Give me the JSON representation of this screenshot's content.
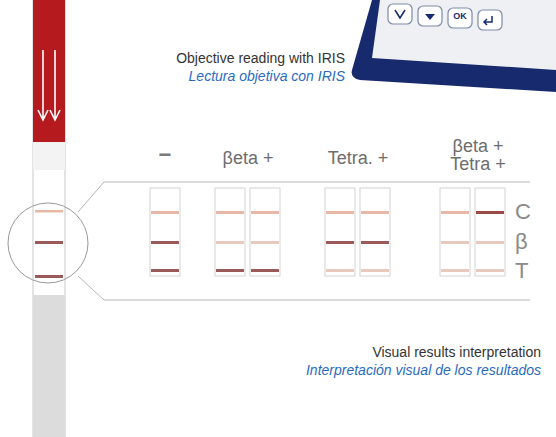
{
  "diagram": {
    "labels": [
      "Objective reading with IRIS",
      "Lectura objetiva con IRIS",
      "OK",
      "−",
      "βeta +",
      "Tetra. +",
      "βeta +",
      "Tetra +",
      "C",
      "β",
      "T",
      "Visual results interpretation",
      "Interpretación visual de los resultados"
    ]
  }
}
